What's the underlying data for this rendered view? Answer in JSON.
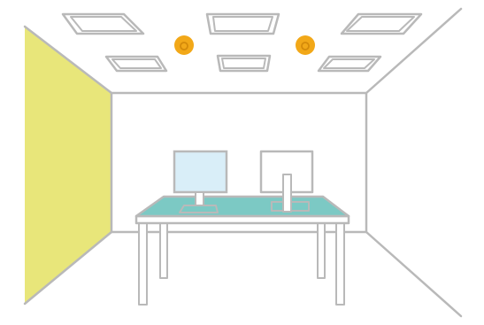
{
  "scene": {
    "description_free": true,
    "colors": {
      "outline": "#b9b9b9",
      "wall_accent": "#e8e67a",
      "desk_surface": "#7cc9c4",
      "screen_on": "#d9eef8",
      "sensor_outer": "#f2a818",
      "sensor_inner": "#d48a0a"
    },
    "icons": {
      "sensor": "ceiling-sensor-icon",
      "light_panel": "ceiling-light-panel-icon",
      "monitor": "monitor-icon",
      "desk": "desk-icon"
    },
    "ceiling_light_panel_count": 6,
    "ceiling_sensor_count": 2,
    "monitor_count": 2,
    "monitor_states": [
      "on",
      "off"
    ]
  }
}
